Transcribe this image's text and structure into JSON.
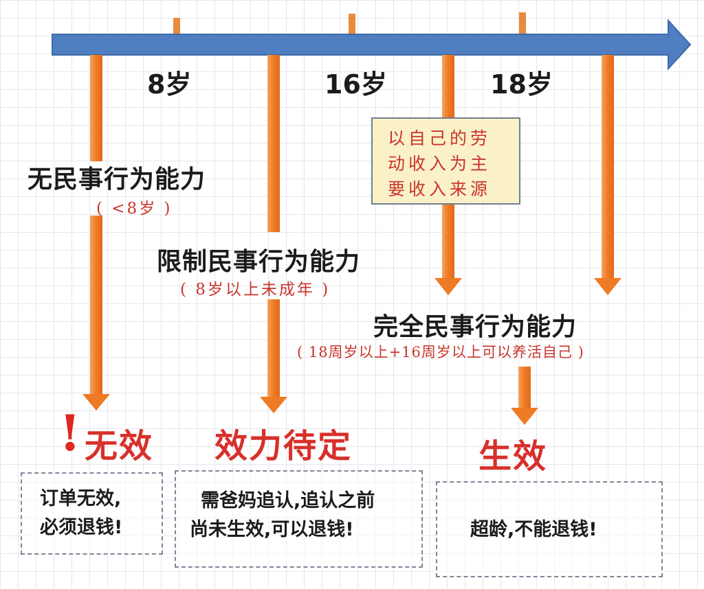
{
  "timeline": {
    "colors": {
      "axis": "#4f7fc0",
      "axis_stroke": "#3c6aa8",
      "arrow": "#ef7a25",
      "arrow_light": "#f6a25c",
      "tick": "#e98a3c"
    },
    "ages": [
      "8岁",
      "16岁",
      "18岁"
    ]
  },
  "categories": {
    "none": {
      "title": "无民事行为能力",
      "note": "( <8岁 )"
    },
    "limited": {
      "title": "限制民事行为能力",
      "note": "( 8岁以上未成年 )"
    },
    "full": {
      "title": "完全民事行为能力",
      "note": "( 18周岁以上+16周岁以上可以养活自己 )"
    }
  },
  "income_box": {
    "lines": [
      "以自己的劳",
      "动收入为主",
      "要收入来源"
    ]
  },
  "results": {
    "invalid": {
      "label": "无效",
      "icon": "exclamation-icon",
      "box_lines": [
        "订单无效,",
        "必须退钱!"
      ]
    },
    "pending": {
      "label": "效力待定",
      "box_lines": [
        "需爸妈追认,追认之前",
        "尚未生效,可以退钱!"
      ]
    },
    "effective": {
      "label": "生效",
      "box_lines": [
        "超龄,不能退钱!"
      ]
    }
  },
  "colors": {
    "result_red": "#d8302a",
    "note_red": "#c8352c"
  }
}
